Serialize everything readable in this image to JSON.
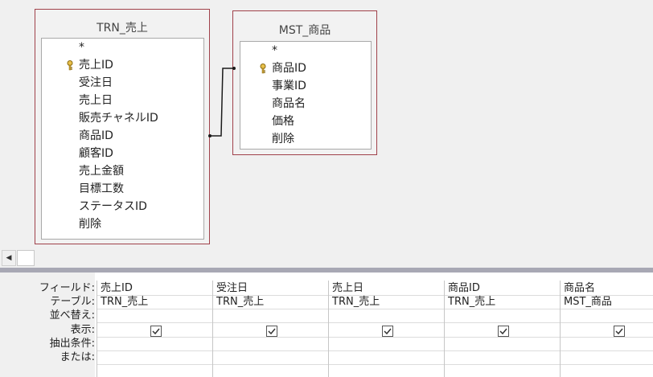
{
  "tables": [
    {
      "title": "TRN_売上",
      "fields": [
        "*",
        "売上ID",
        "受注日",
        "売上日",
        "販売チャネルID",
        "商品ID",
        "顧客ID",
        "売上金額",
        "目標工数",
        "ステータスID",
        "削除"
      ],
      "key_field": "売上ID"
    },
    {
      "title": "MST_商品",
      "fields": [
        "*",
        "商品ID",
        "事業ID",
        "商品名",
        "価格",
        "削除"
      ],
      "key_field": "商品ID"
    }
  ],
  "scrollbar": {
    "left_arrow": "◀"
  },
  "grid": {
    "row_headers": [
      "フィールド:",
      "テーブル:",
      "並べ替え:",
      "表示:",
      "抽出条件:",
      "または:"
    ],
    "columns": [
      {
        "field": "売上ID",
        "table": "TRN_売上",
        "show": true
      },
      {
        "field": "受注日",
        "table": "TRN_売上",
        "show": true
      },
      {
        "field": "売上日",
        "table": "TRN_売上",
        "show": true
      },
      {
        "field": "商品ID",
        "table": "TRN_売上",
        "show": true
      },
      {
        "field": "商品名",
        "table": "MST_商品",
        "show": true
      }
    ]
  },
  "icons": {
    "key": "key-icon",
    "checkbox": "checkmark-icon"
  },
  "colors": {
    "table_border": "#a0414a",
    "splitter": "#a8a8b4"
  }
}
